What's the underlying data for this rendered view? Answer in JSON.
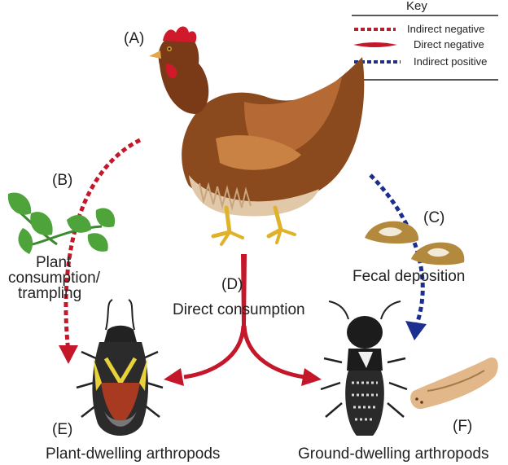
{
  "key": {
    "title": "Key",
    "items": [
      {
        "label": "Indirect negative",
        "color": "#c4182a",
        "style": "dashed"
      },
      {
        "label": "Direct negative",
        "color": "#c4182a",
        "style": "solid"
      },
      {
        "label": "Indirect positive",
        "color": "#1c2f8f",
        "style": "dashed"
      }
    ]
  },
  "labels": {
    "a": "(A)",
    "b": "(B)",
    "c": "(C)",
    "d": "(D)",
    "e": "(E)",
    "f": "(F)",
    "plant_line1": "Plant",
    "plant_line2": "consumption/",
    "plant_line3": "trampling",
    "fecal": "Fecal deposition",
    "direct": "Direct consumption",
    "plant_dwelling": "Plant-dwelling arthropods",
    "ground_dwelling": "Ground-dwelling arthropods"
  },
  "icons": [
    "hen-icon",
    "plant-icon",
    "feces-icon",
    "plant-bug-icon",
    "rove-beetle-icon",
    "larva-icon"
  ]
}
